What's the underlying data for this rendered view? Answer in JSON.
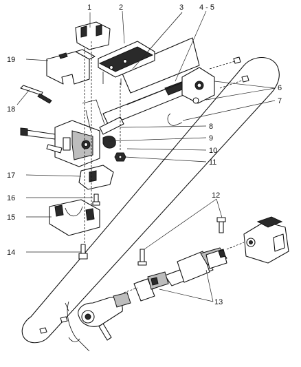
{
  "callouts": [
    {
      "id": "1",
      "label": "1"
    },
    {
      "id": "2",
      "label": "2"
    },
    {
      "id": "3",
      "label": "3"
    },
    {
      "id": "4-5",
      "label": "4 - 5"
    },
    {
      "id": "6",
      "label": "6"
    },
    {
      "id": "7",
      "label": "7"
    },
    {
      "id": "8",
      "label": "8"
    },
    {
      "id": "9",
      "label": "9"
    },
    {
      "id": "10",
      "label": "10"
    },
    {
      "id": "11",
      "label": "11"
    },
    {
      "id": "12",
      "label": "12"
    },
    {
      "id": "13",
      "label": "13"
    },
    {
      "id": "14",
      "label": "14"
    },
    {
      "id": "15",
      "label": "15"
    },
    {
      "id": "16",
      "label": "16"
    },
    {
      "id": "17",
      "label": "17"
    },
    {
      "id": "18",
      "label": "18"
    },
    {
      "id": "19",
      "label": "19"
    }
  ],
  "colors": {
    "ink": "#111111",
    "background": "#ffffff",
    "shade": "#2a2a2a",
    "grey": "#bdbdbd"
  }
}
